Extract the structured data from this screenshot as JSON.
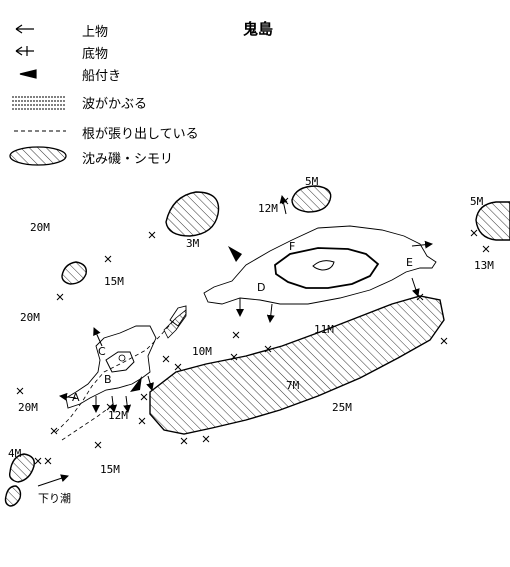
{
  "title": "鬼島",
  "legend": [
    {
      "symbol": "arrow-left-icon",
      "label": "上物"
    },
    {
      "symbol": "arrow-left-cross-icon",
      "label": "底物"
    },
    {
      "symbol": "wedge-icon",
      "label": "船付き"
    },
    {
      "symbol": "wave-pattern-icon",
      "label": "波がかぶる"
    },
    {
      "symbol": "dashed-line-icon",
      "label": "根が張り出している"
    },
    {
      "symbol": "hatched-ellipse-icon",
      "label": "沈み磯・シモリ"
    }
  ],
  "depths": [
    "5M",
    "12M",
    "3M",
    "20M",
    "15M",
    "20M",
    "10M",
    "11M",
    "7M",
    "25M",
    "12M",
    "20M",
    "15M",
    "4M",
    "5M",
    "13M"
  ],
  "points": [
    "A",
    "B",
    "C",
    "D",
    "E",
    "F"
  ],
  "tide_label": "下り潮"
}
